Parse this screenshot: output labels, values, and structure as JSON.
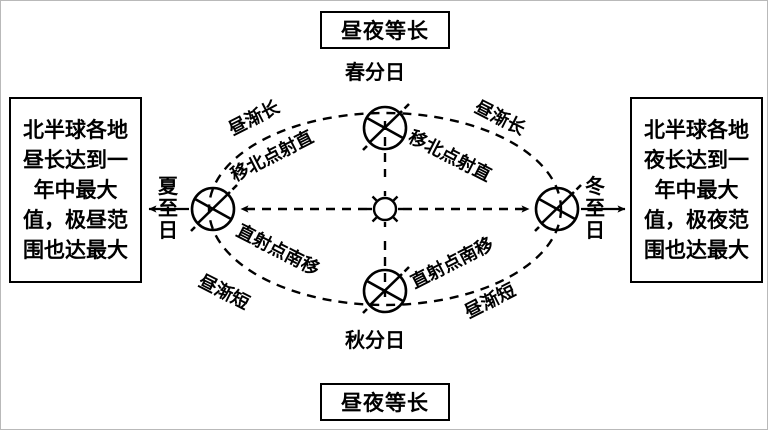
{
  "diagram": {
    "title_top_box": "昼夜等长",
    "title_bottom_box": "昼夜等长",
    "left_box": "北半球各地昼长达到一年中最大值，极昼范围也达最大",
    "right_box": "北半球各地夜长达到一年中最大值，极夜范围也达最大",
    "nodes": {
      "top": "春分日",
      "bottom": "秋分日",
      "left": "夏至日",
      "right": "冬至日"
    },
    "arc_labels": {
      "upper_left_outer": "昼渐长",
      "upper_left_inner": "直射点北移",
      "upper_right_outer": "昼渐长",
      "upper_right_inner": "直射点北移",
      "lower_left_inner": "直射点南移",
      "lower_left_outer": "昼渐短",
      "lower_right_inner": "直射点南移",
      "lower_right_outer": "昼渐短"
    },
    "icons": {
      "center": "sun-icon",
      "orbit_nodes": "earth-icon",
      "orbit_path": "dashed-ellipse"
    },
    "colors": {
      "ink": "#000000",
      "background": "#ffffff",
      "frame": "#b9b9b9"
    }
  }
}
